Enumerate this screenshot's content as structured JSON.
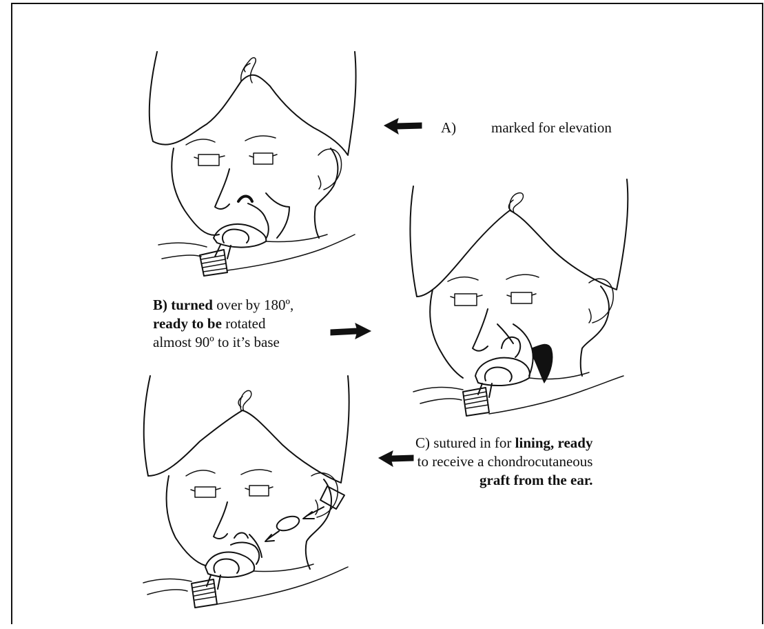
{
  "labels": {
    "a_letter": "A)",
    "a_text": "marked for elevation",
    "b_line1_part1": "B) turned",
    "b_line1_part2": " over by 180º,",
    "b_line2_part1": "ready to be",
    "b_line2_part2": " rotated",
    "b_line3": "almost 90º to it’s base",
    "c_line1_part1": "C)  sutured in for ",
    "c_line1_part2": "lining, ready",
    "c_line2": "to receive a chondrocutaneous",
    "c_line3": "graft from the ear."
  }
}
